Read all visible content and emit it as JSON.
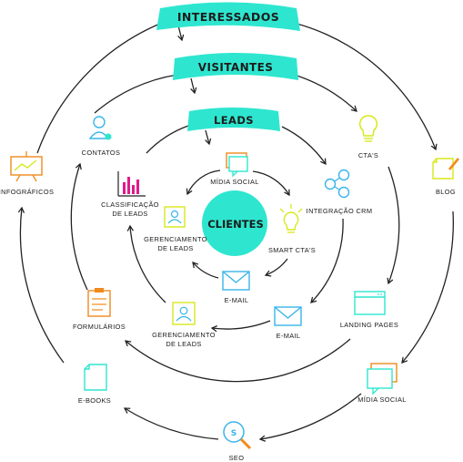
{
  "banners": {
    "interessados": "INTERESSADOS",
    "visitantes": "VISITANTES",
    "leads": "LEADS"
  },
  "center": {
    "label": "CLIENTES"
  },
  "inner_ring": {
    "midia_social": "MÍDIA SOCIAL",
    "integracao_crm": "INTEGRAÇÃO CRM",
    "smart_ctas": "SMART CTA'S",
    "email": "E-MAIL",
    "gerenciamento_line1": "GERENCIAMENTO",
    "gerenciamento_line2": "DE LEADS"
  },
  "leads_ring": {
    "classificacao_line1": "CLASSIFICAÇÃO",
    "classificacao_line2": "DE LEADS",
    "email": "E-MAIL",
    "gerenciamento_line1": "GERENCIAMENTO",
    "gerenciamento_line2": "DE LEADS"
  },
  "visitantes_ring": {
    "contatos": "CONTATOS",
    "ctas": "CTA'S",
    "landing_pages": "LANDING PAGES",
    "formularios": "FORMULÁRIOS"
  },
  "outer_ring": {
    "infograficos": "INFOGRÁFICOS",
    "blog": "BLOG",
    "midia_social": "MÍDIA SOCIAL",
    "seo": "SEO",
    "ebooks": "E-BOOKS"
  },
  "colors": {
    "teal": "#2ee6cf",
    "teal_dark": "#1fbfa9",
    "orange": "#f08a1c",
    "yellow": "#d7e81c",
    "blue": "#39b5ea",
    "magenta": "#e01a8a",
    "line": "#222222"
  }
}
